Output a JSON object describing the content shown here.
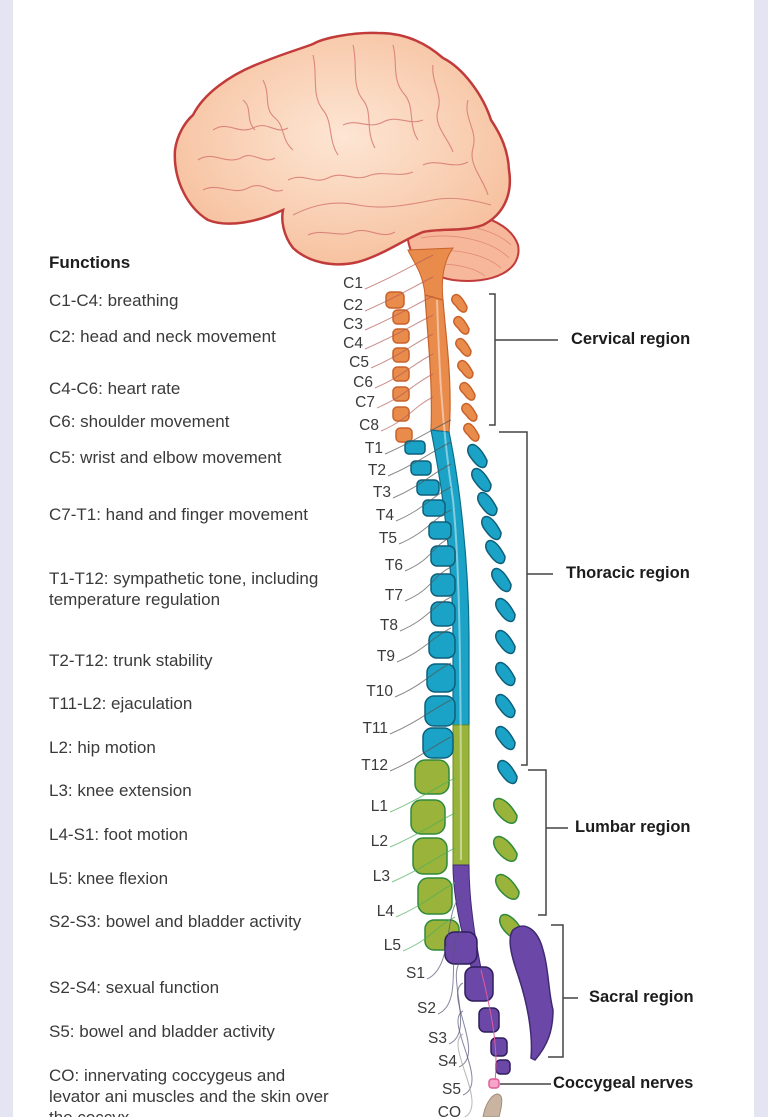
{
  "functions": {
    "heading": "Functions",
    "items": [
      "C1-C4: breathing",
      "C2: head and neck movement",
      "C4-C6: heart rate",
      "C6: shoulder movement",
      "C5: wrist and elbow movement",
      "C7-T1: hand and finger movement",
      "T1-T12: sympathetic tone, including temperature regulation",
      "T2-T12: trunk stability",
      "T11-L2: ejaculation",
      "L2: hip motion",
      "L3: knee extension",
      "L4-S1: foot motion",
      "L5: knee flexion",
      "S2-S3: bowel and bladder activity",
      "S2-S4: sexual function",
      "S5: bowel and bladder activity",
      "CO: innervating coccygeus and levator ani muscles and the skin over the coccyx"
    ]
  },
  "levels": {
    "cervical": [
      "C1",
      "C2",
      "C3",
      "C4",
      "C5",
      "C6",
      "C7",
      "C8"
    ],
    "thoracic": [
      "T1",
      "T2",
      "T3",
      "T4",
      "T5",
      "T6",
      "T7",
      "T8",
      "T9",
      "T10",
      "T11",
      "T12"
    ],
    "lumbar": [
      "L1",
      "L2",
      "L3",
      "L4",
      "L5"
    ],
    "sacral": [
      "S1",
      "S2",
      "S3",
      "S4",
      "S5"
    ],
    "coccygeal": [
      "CO"
    ]
  },
  "regions": {
    "cervical": "Cervical region",
    "thoracic": "Thoracic region",
    "lumbar": "Lumbar region",
    "sacral": "Sacral region",
    "coccygeal": "Coccygeal nerves"
  },
  "colors": {
    "brain_fill": "#f9c9a8",
    "brain_outline": "#c23b3b",
    "cervical": "#e98b4b",
    "thoracic": "#1aa3c6",
    "lumbar": "#9ab33a",
    "sacral": "#6b48a8",
    "coccygeal": "#e05a9a",
    "coccyx": "#c8b4a0"
  }
}
